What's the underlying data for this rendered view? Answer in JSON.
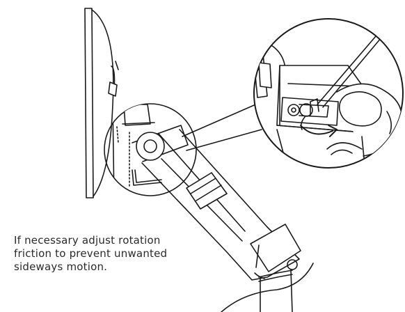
{
  "instruction": {
    "lines": [
      "If necessary adjust rotation",
      "friction to prevent unwanted",
      "sideways motion."
    ]
  },
  "colors": {
    "stroke": "#1a1a1a",
    "text": "#2a2a2a",
    "background": "#ffffff"
  },
  "icons": {
    "tool": "allen-key-icon",
    "action": "rotate-arrow-icon"
  }
}
